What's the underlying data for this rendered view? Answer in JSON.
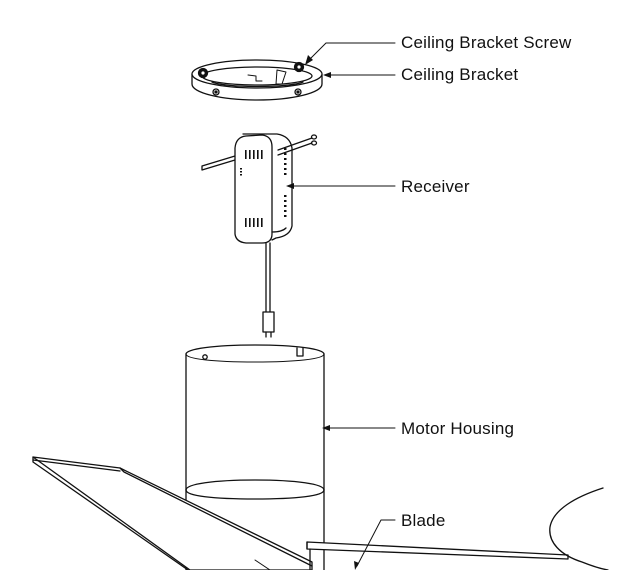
{
  "labels": {
    "ceiling_bracket_screw": "Ceiling Bracket Screw",
    "ceiling_bracket": "Ceiling Bracket",
    "receiver": "Receiver",
    "motor_housing": "Motor Housing",
    "blade": "Blade"
  },
  "colors": {
    "line": "#111111",
    "background": "#ffffff"
  }
}
